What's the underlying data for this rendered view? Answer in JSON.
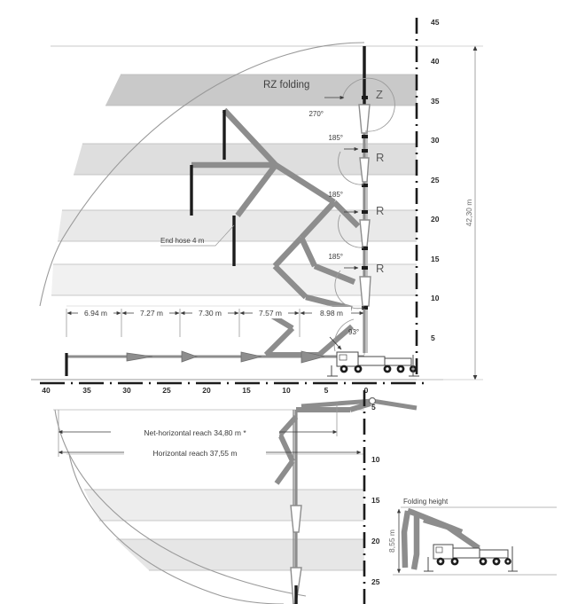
{
  "chart_data": {
    "type": "diagram",
    "title": "Concrete pump boom reach diagram",
    "upper_axis": {
      "label": "",
      "ticks": [
        "45",
        "40",
        "35",
        "30",
        "25",
        "20",
        "15",
        "10",
        "5"
      ],
      "ticks_numeric": [
        45,
        40,
        35,
        30,
        25,
        20,
        15,
        10,
        5
      ],
      "unit": "m",
      "orientation": "vertical",
      "range": [
        0,
        45
      ]
    },
    "lower_axis": {
      "ticks": [
        "5",
        "10",
        "15",
        "20",
        "25"
      ],
      "ticks_numeric": [
        5,
        10,
        15,
        20,
        25
      ],
      "unit": "m",
      "orientation": "vertical"
    },
    "horizontal_axis": {
      "ticks": [
        "40",
        "35",
        "30",
        "25",
        "20",
        "15",
        "10",
        "5",
        "0"
      ],
      "ticks_numeric": [
        40,
        35,
        30,
        25,
        20,
        15,
        10,
        5,
        0
      ],
      "unit": "m",
      "orientation": "horizontal",
      "range": [
        0,
        40
      ]
    },
    "segments": [
      {
        "label": "6.94 m",
        "value": 6.94
      },
      {
        "label": "7.27 m",
        "value": 7.27
      },
      {
        "label": "7.30 m",
        "value": 7.3
      },
      {
        "label": "7.57 m",
        "value": 7.57
      },
      {
        "label": "8.98 m",
        "value": 8.98
      }
    ],
    "angles": [
      {
        "label": "270°",
        "value": 270
      },
      {
        "label": "185°",
        "value": 185
      },
      {
        "label": "185°",
        "value": 185
      },
      {
        "label": "185°",
        "value": 185
      },
      {
        "label": "93°",
        "value": 93
      }
    ],
    "boom_joint_labels": [
      "Z",
      "R",
      "R",
      "R"
    ],
    "reach": {
      "vertical": "42,30 m",
      "vertical_value": 42.3,
      "net_horizontal": "Net-horizontal reach  34,80 m *",
      "net_horizontal_value": 34.8,
      "horizontal": "Horizontal reach 37,55 m",
      "horizontal_value": 37.55
    },
    "annotations": {
      "rz_folding": "RZ folding",
      "end_hose": "End hose 4 m",
      "folding_height_title": "Folding height",
      "folding_height_value": "8,55 m"
    }
  },
  "colors": {
    "band_dark": "#c9c9c9",
    "band_mid": "#dedede",
    "band_light": "#e9e9e9",
    "band_lightest": "#f1f1f1",
    "boom": "#8d8d8d",
    "boom_dark": "#6e6e6e",
    "axis": "#1c1c1c",
    "line": "#9a9a9a",
    "text": "#3a3a3a"
  },
  "upper": {
    "axis_ticks": [
      "45",
      "40",
      "35",
      "30",
      "25",
      "20",
      "15",
      "10",
      "5"
    ],
    "angle_270": "270°",
    "angle_185_a": "185°",
    "angle_185_b": "185°",
    "angle_185_c": "185°",
    "angle_93": "93°",
    "label_z": "Z",
    "label_r1": "R",
    "label_r2": "R",
    "label_r3": "R",
    "rz_folding": "RZ folding",
    "end_hose": "End hose 4 m",
    "vertical_reach": "42,30 m",
    "seg1": "6.94 m",
    "seg2": "7.27 m",
    "seg3": "7.30 m",
    "seg4": "7.57 m",
    "seg5": "8.98 m",
    "hticks": [
      "40",
      "35",
      "30",
      "25",
      "20",
      "15",
      "10",
      "5",
      "0"
    ]
  },
  "lower": {
    "net_horizontal_reach": "Net-horizontal reach  34,80 m *",
    "horizontal_reach": "Horizontal reach 37,55 m",
    "axis_ticks": [
      "5",
      "10",
      "15",
      "20",
      "25"
    ],
    "folding_height_title": "Folding height",
    "folding_height_value": "8,55 m"
  }
}
